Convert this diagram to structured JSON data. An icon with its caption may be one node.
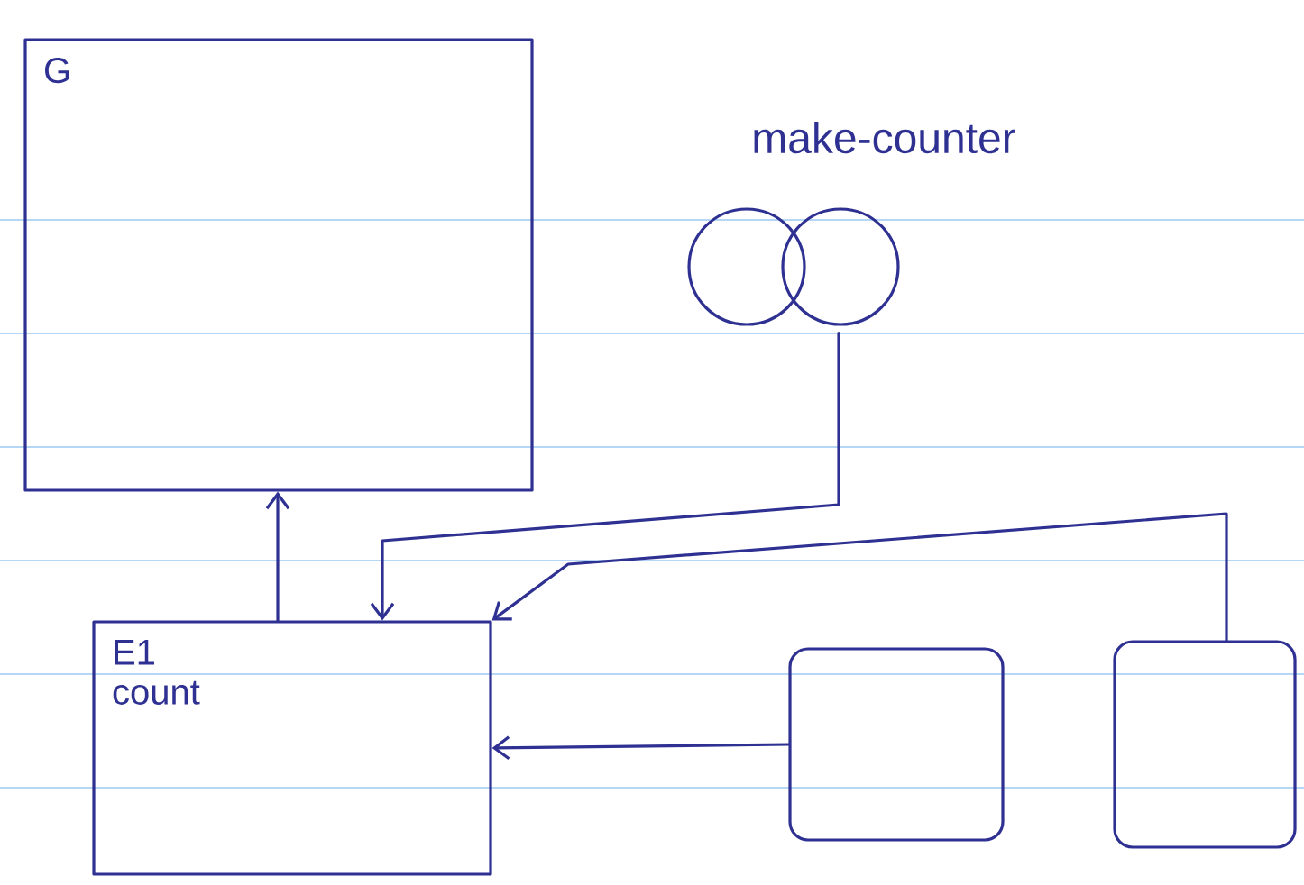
{
  "diagram": {
    "nodes": [
      {
        "text": [
          "G"
        ]
      },
      {
        "text": [],
        "shape": "circle",
        "beside": [
          "make-counter"
        ]
      },
      {
        "text": [
          "E1",
          "count"
        ]
      },
      {
        "text": [],
        "shape": "box"
      },
      {
        "text": [],
        "shape": "box"
      }
    ],
    "edges": [
      {
        "from": 2,
        "to": 0,
        "arrow": "to"
      },
      {
        "from": 1,
        "to": 2,
        "arrow": "to"
      },
      {
        "from": 4,
        "to": 2,
        "arrow": "to"
      },
      {
        "from": 3,
        "to": 2,
        "arrow": "to"
      }
    ]
  }
}
